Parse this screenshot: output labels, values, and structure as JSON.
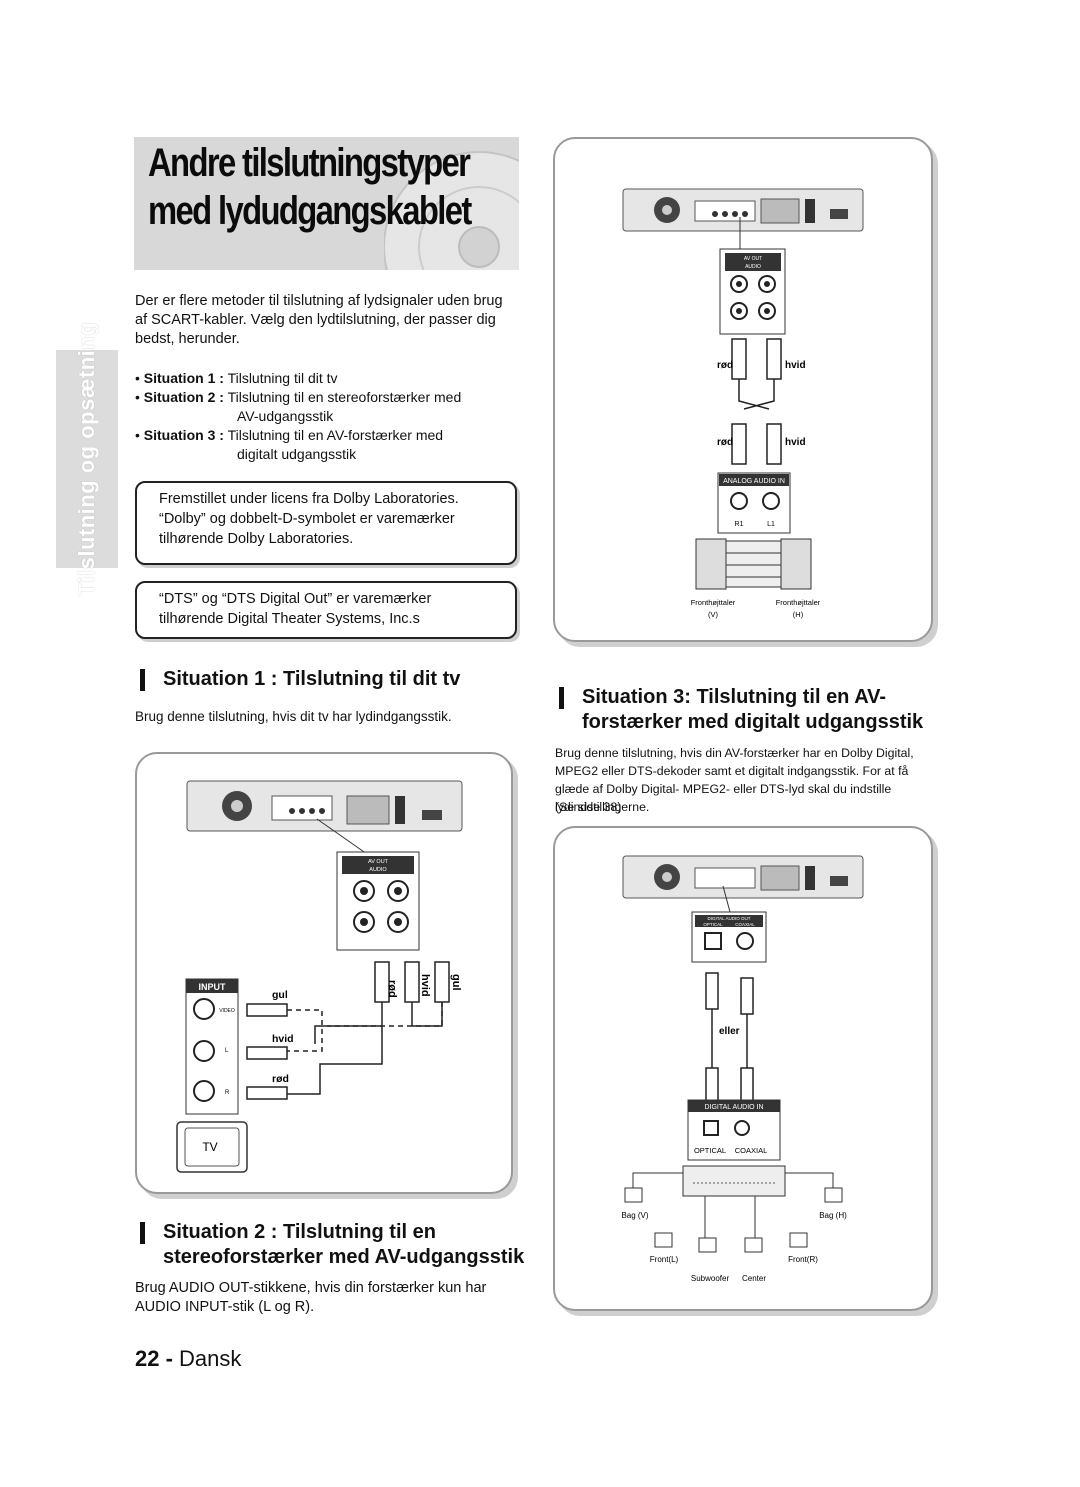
{
  "title": {
    "line1": "Andre tilslutningstyper",
    "line2": "med lydudgangskablet"
  },
  "side_tab": "Tilslutning og opsætning",
  "intro": "Der er flere metoder til tilslutning af lydsignaler uden brug af SCART-kabler. Vælg den lydtilslutning, der passer dig bedst, herunder.",
  "situations": [
    {
      "label": "Situation 1 :",
      "text": "Tilslutning til dit tv"
    },
    {
      "label": "Situation 2 :",
      "text": "Tilslutning til en stereoforstærker med",
      "text2": "AV-udgangsstik"
    },
    {
      "label": "Situation 3 :",
      "text": "Tilslutning til en AV-forstærker med",
      "text2": "digitalt udgangsstik"
    }
  ],
  "notices": {
    "dolby": "Fremstillet under licens fra Dolby Laboratories. “Dolby” og dobbelt-D-symbolet er varemærker tilhørende Dolby Laboratories.",
    "dts": "“DTS” og “DTS Digital Out” er varemærker tilhørende Digital Theater Systems, Inc.s"
  },
  "section1": {
    "heading": "Situation 1 : Tilslutning til dit tv",
    "body": "Brug denne tilslutning, hvis dit tv har lydindgangsstik."
  },
  "section2": {
    "heading1": "Situation 2 : Tilslutning til en",
    "heading2": "stereoforstærker med AV-udgangsstik",
    "body": "Brug AUDIO OUT-stikkene, hvis din forstærker kun har AUDIO INPUT-stik (L og R)."
  },
  "section3": {
    "heading1": "Situation 3: Tilslutning til en AV-",
    "heading2": "forstærker med digitalt udgangsstik",
    "body": "Brug denne tilslutning, hvis din AV-forstærker har en Dolby Digital, MPEG2 eller DTS-dekoder samt et digitalt indgangsstik. For at få glæde af Dolby Digital- MPEG2- eller DTS-lyd skal du indstille lydindstillingerne.",
    "see": "(Se side 38)"
  },
  "diagram_top": {
    "av_out": "AV OUT",
    "audio": "AUDIO",
    "red": "rød",
    "white": "hvid",
    "analog_audio_in": "ANALOG AUDIO IN",
    "r1": "R1",
    "l1": "L1",
    "front_left": "Fronthøjttaler",
    "front_left_side": "(V)",
    "front_right": "Fronthøjttaler",
    "front_right_side": "(H)"
  },
  "diagram_tv": {
    "av_out": "AV OUT",
    "audio": "AUDIO",
    "input": "INPUT",
    "video": "VIDEO",
    "yellow": "gul",
    "white": "hvid",
    "red": "rød",
    "l": "L",
    "r": "R",
    "tv": "TV"
  },
  "diagram_digital": {
    "digital_audio_out": "DIGITAL AUDIO OUT",
    "optical": "OPTICAL",
    "coaxial": "COAXIAL",
    "or": "eller",
    "digital_audio_in": "DIGITAL AUDIO IN",
    "rear_left": "Bag (V)",
    "rear_right": "Bag (H)",
    "front_l": "Front(L)",
    "front_r": "Front(R)",
    "subwoofer": "Subwoofer",
    "center": "Center"
  },
  "footer": {
    "page": "22 -",
    "lang": "Dansk"
  }
}
